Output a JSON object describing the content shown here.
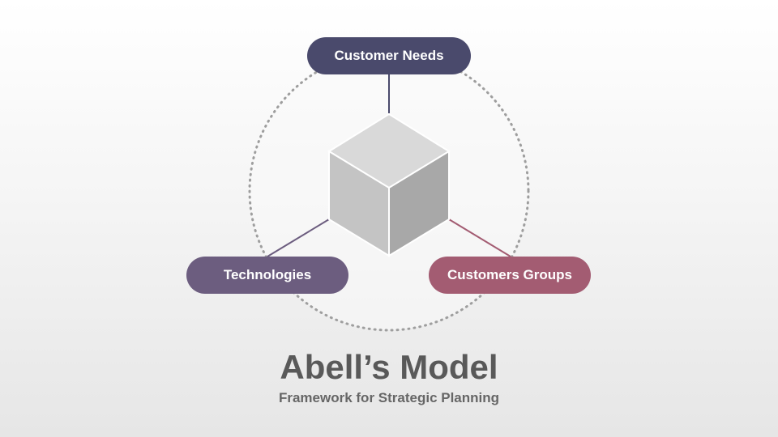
{
  "diagram": {
    "nodes": [
      {
        "id": "customer-needs",
        "label": "Customer Needs",
        "color": "#4a4a6c"
      },
      {
        "id": "technologies",
        "label": "Technologies",
        "color": "#6c5d7f"
      },
      {
        "id": "customers-groups",
        "label": "Customers Groups",
        "color": "#a35c72"
      }
    ],
    "center_icon": "cube-icon",
    "ring_style": "dotted",
    "colors": {
      "cube_top": "#d9d9d9",
      "cube_left": "#c4c4c4",
      "cube_right": "#a8a8a8",
      "ring": "#9e9e9e"
    }
  },
  "heading": {
    "title": "Abell’s Model",
    "subtitle": "Framework for Strategic Planning"
  }
}
